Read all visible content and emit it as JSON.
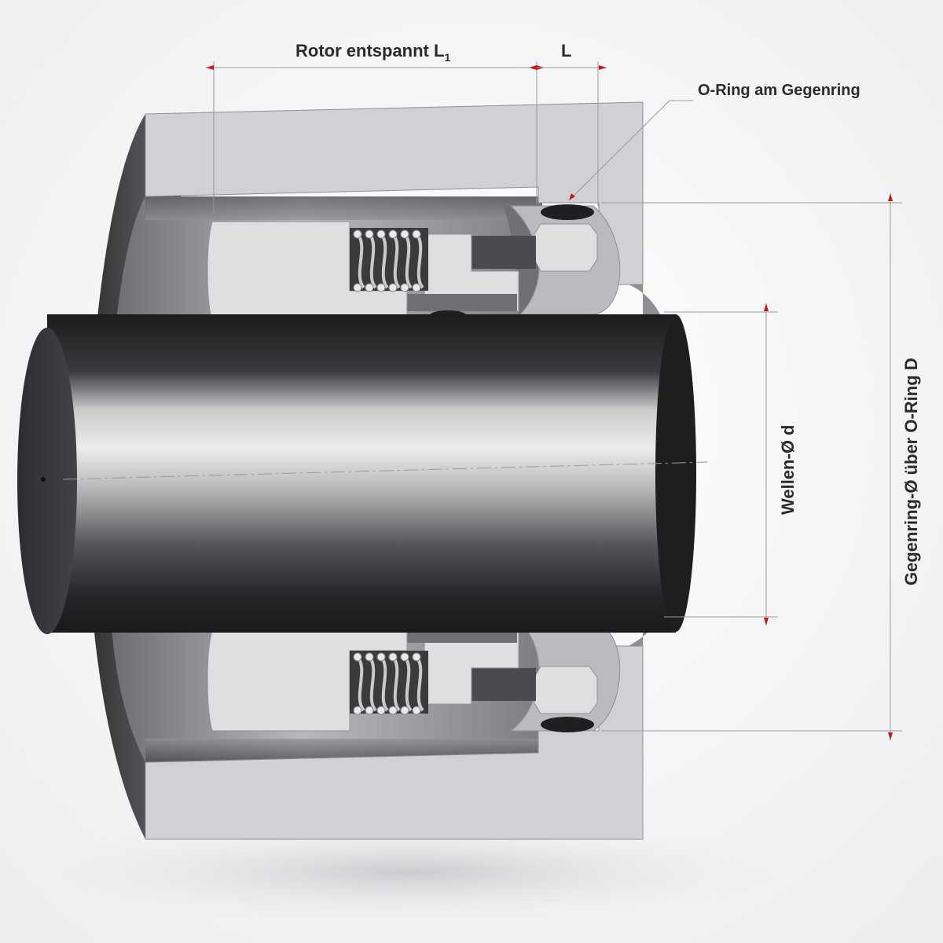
{
  "labels": {
    "rotor_length": "Rotor entspannt L",
    "rotor_length_sub": "1",
    "length": "L",
    "o_ring": "O-Ring am Gegenring",
    "shaft_diameter": "Wellen-Ø d",
    "seat_diameter": "Gegenring-Ø über O-Ring D"
  },
  "colors": {
    "background": "#f2f3f5",
    "housing_face": "#cfd1d4",
    "housing_dark": "#3a3b3d",
    "shaft": "#2a2b2d",
    "seal_face": "#dedfe0",
    "dimension_line": "#9a9a9a",
    "arrow": "#c41a1a"
  }
}
